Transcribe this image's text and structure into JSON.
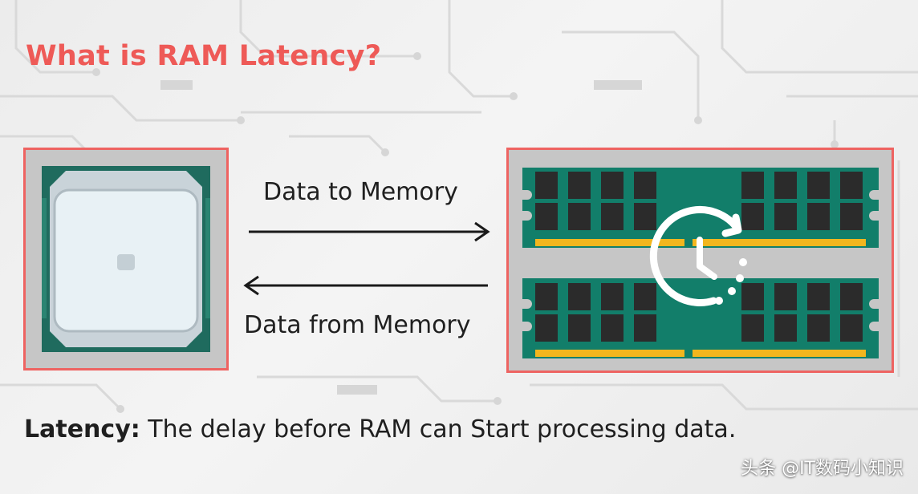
{
  "title": "What is RAM Latency?",
  "arrows": {
    "to_label": "Data to Memory",
    "from_label": "Data from Memory"
  },
  "definition": {
    "term": "Latency:",
    "text": " The delay before RAM can Start processing data."
  },
  "watermark": "头条 @IT数码小知识",
  "icons": {
    "cpu": "cpu-chip-icon",
    "ram": "ram-module-icon",
    "clock": "clock-refresh-icon"
  },
  "colors": {
    "title": "#ee5a57",
    "frame_border": "#ee6361",
    "frame_fill": "#c6c6c6",
    "cpu_substrate": "#1f6b5e",
    "ram_pcb": "#127e6a",
    "ram_chip": "#2b2b2b",
    "ram_contacts": "#f2b61e",
    "text": "#1f1f1f"
  }
}
